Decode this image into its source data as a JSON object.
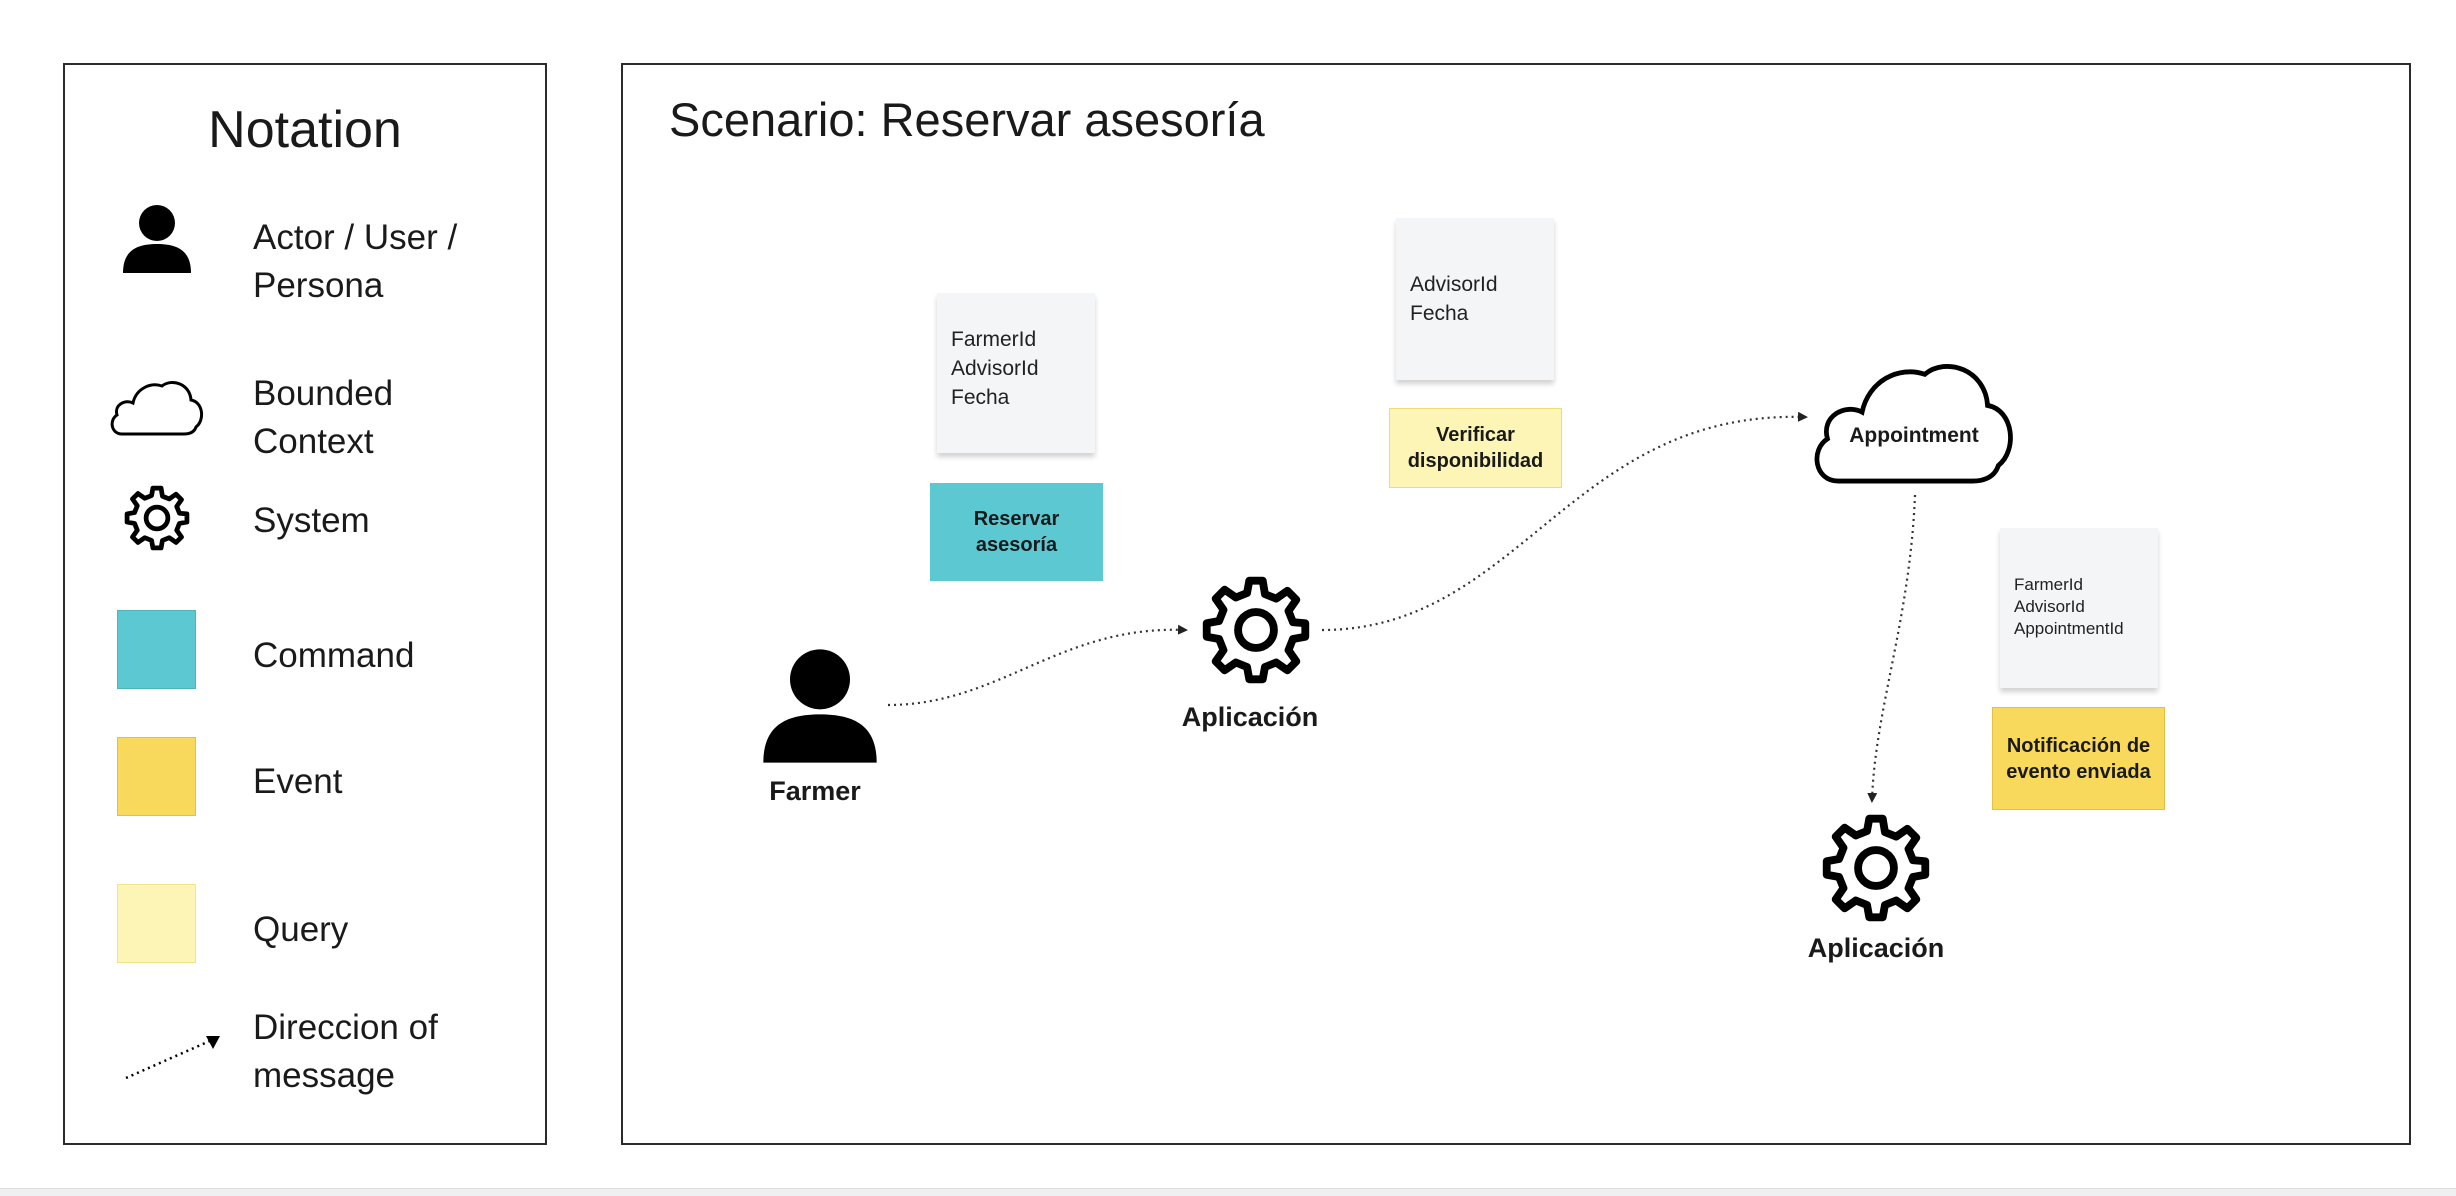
{
  "notation": {
    "title": "Notation",
    "items": [
      {
        "label": "Actor / User / Persona",
        "icon": "person-icon"
      },
      {
        "label": "Bounded Context",
        "icon": "cloud-icon"
      },
      {
        "label": "System",
        "icon": "gear-icon"
      },
      {
        "label": "Command",
        "color": "#5bc8d2"
      },
      {
        "label": "Event",
        "color": "#f8d95b"
      },
      {
        "label": "Query",
        "color": "#fcf5b6"
      },
      {
        "label": "Direccion of message",
        "icon": "dotted-arrow-icon"
      }
    ]
  },
  "scenario": {
    "title": "Scenario: Reservar asesoría",
    "actor": {
      "label": "Farmer",
      "icon": "person-icon"
    },
    "systems": [
      {
        "label": "Aplicación",
        "icon": "gear-icon"
      },
      {
        "label": "Aplicación",
        "icon": "gear-icon"
      }
    ],
    "bounded_context": {
      "label": "Appointment",
      "icon": "cloud-icon"
    },
    "command": {
      "label": "Reservar asesoría",
      "color": "#5bc8d2"
    },
    "query": {
      "label": "Verificar disponibilidad",
      "color": "#fcf5b6"
    },
    "event": {
      "label": "Notificación de evento enviada",
      "color": "#f8d95b"
    },
    "notes": [
      {
        "lines": [
          "FarmerId",
          "AdvisorId",
          "Fecha"
        ]
      },
      {
        "lines": [
          "AdvisorId",
          "Fecha"
        ]
      },
      {
        "lines": [
          "FarmerId",
          "AdvisorId",
          "AppointmentId"
        ]
      }
    ]
  }
}
